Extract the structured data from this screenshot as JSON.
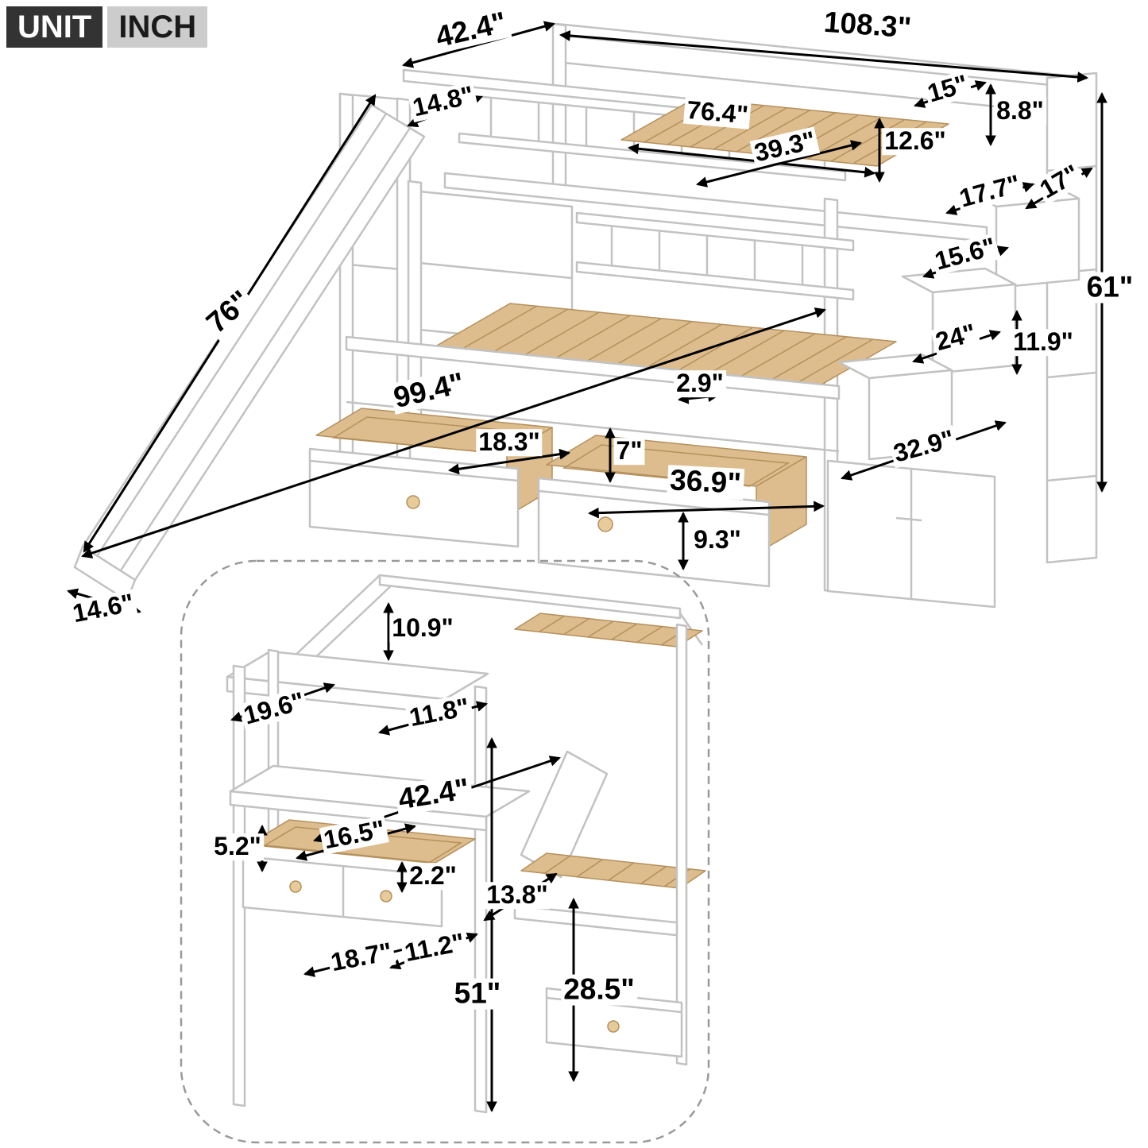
{
  "badge": {
    "unit_label": "UNIT",
    "unit_value": "INCH"
  },
  "colors": {
    "wood": "#ddbd8d",
    "wood_outline": "#b5905c",
    "frame_outline": "#c2c2c2",
    "dimension_text": "#000000",
    "badge_dark_bg": "#333333",
    "badge_light_bg": "#cccccc"
  },
  "main_view": {
    "dims": {
      "bed_width": "42.4\"",
      "total_length": "108.3\"",
      "platform_depth": "14.8\"",
      "inner_length": "76.4\"",
      "inner_width": "39.3\"",
      "stair_landing_depth": "15\"",
      "top_rail_height": "8.8\"",
      "guardrail_height": "12.6\"",
      "step_width_a": "17.7\"",
      "side_depth": "17\"",
      "step_depth": "15.6\"",
      "total_height": "61\"",
      "slide_length": "76\"",
      "step_width_b": "24\"",
      "cubby_height": "11.9\"",
      "overall_length_with_slide": "99.4\"",
      "slat_gap": "2.9\"",
      "drawer_small_width": "18.3\"",
      "drawer_small_height": "7\"",
      "drawer_large_width": "36.9\"",
      "stair_storage_depth": "32.9\"",
      "drawer_large_height": "9.3\"",
      "slide_width": "14.6\""
    }
  },
  "inset_view": {
    "dims": {
      "roof_height": "10.9\"",
      "shelf_depth": "19.6\"",
      "shelf_width": "11.8\"",
      "desk_length": "42.4\"",
      "desk_drawer_inner_width": "16.5\"",
      "desk_drawer_height": "5.2\"",
      "desk_top_thickness": "2.2\"",
      "shelf_to_desk_height": "13.8\"",
      "desk_drawer_front_width": "18.7\"",
      "desk_drawer_depth": "11.2\"",
      "desk_height": "51\"",
      "under_bed_clearance": "28.5\""
    }
  }
}
